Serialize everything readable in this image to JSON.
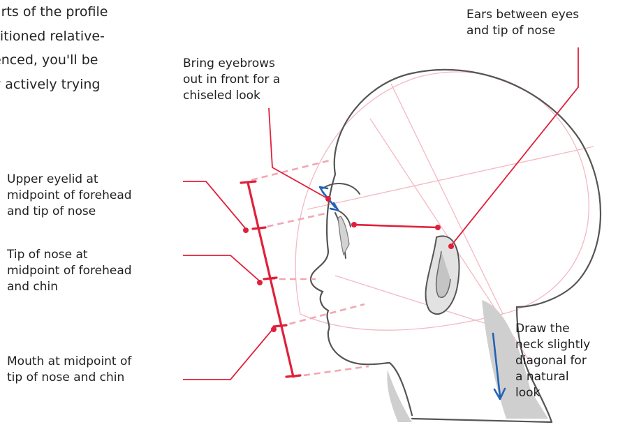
{
  "intro_lines": [
    "arts of the profile",
    "sitioned relative-",
    "enced, you'll be",
    "y actively trying",
    "."
  ],
  "labels": {
    "ears": "Ears between eyes\nand tip of nose",
    "eyebrows": "Bring eyebrows\nout in front for a\nchiseled look",
    "upper_eyelid": "Upper eyelid at\nmidpoint of forehead\nand tip of nose",
    "tip_of_nose": "Tip of nose at\nmidpoint of forehead\nand chin",
    "mouth": "Mouth at midpoint of\ntip of nose and chin",
    "neck": "Draw the\nneck slightly\ndiagonal for\na natural\nlook"
  },
  "colors": {
    "accent_red": "#e0203a",
    "guide_pink": "#f0a7b3",
    "arrow_blue": "#2462b4",
    "sketch_line": "#5a5a5a",
    "shade_gray": "#c9c9c9"
  }
}
